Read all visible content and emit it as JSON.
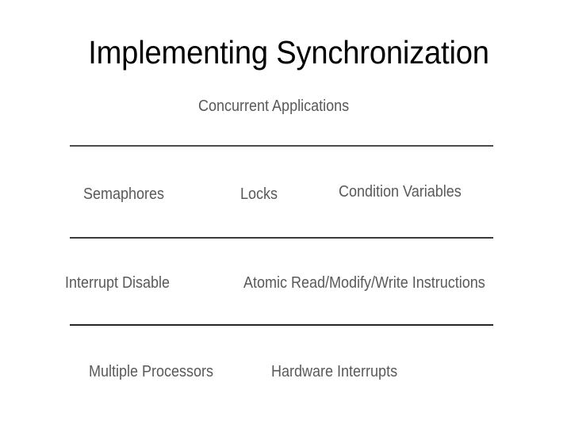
{
  "slide": {
    "title": "Implementing Synchronization",
    "title_color": "#000000",
    "label_color": "#595959",
    "background_color": "#ffffff"
  },
  "diagram": {
    "type": "layered-stack",
    "layers": [
      {
        "name": "application-layer",
        "items": [
          {
            "label": "Concurrent Applications"
          }
        ]
      },
      {
        "name": "synchronization-primitives-layer",
        "items": [
          {
            "label": "Semaphores"
          },
          {
            "label": "Locks"
          },
          {
            "label": "Condition Variables"
          }
        ]
      },
      {
        "name": "low-level-mechanisms-layer",
        "items": [
          {
            "label": "Interrupt Disable"
          },
          {
            "label": "Atomic Read/Modify/Write Instructions"
          }
        ]
      },
      {
        "name": "hardware-layer",
        "items": [
          {
            "label": "Multiple Processors"
          },
          {
            "label": "Hardware Interrupts"
          }
        ]
      }
    ],
    "dividers": [
      {
        "name": "divider-1",
        "color": "#4a4a4a"
      },
      {
        "name": "divider-2",
        "color": "#3a3a3a"
      },
      {
        "name": "divider-3",
        "color": "#262626"
      }
    ]
  }
}
